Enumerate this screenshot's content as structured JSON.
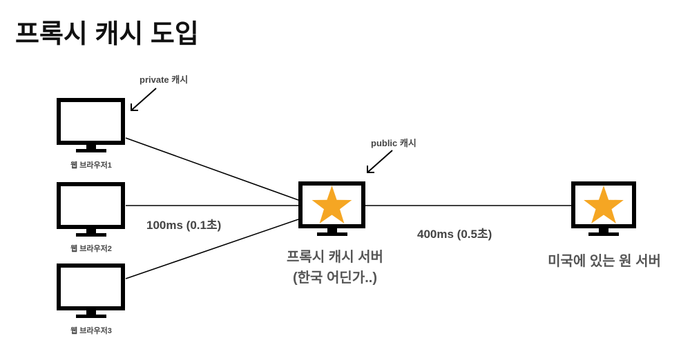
{
  "title": "프록시 캐시 도입",
  "labels": {
    "private_cache": "private 캐시",
    "public_cache": "public 캐시",
    "browser1": "웹 브라우저1",
    "browser2": "웹 브라우저2",
    "browser3": "웹 브라우저3",
    "latency_browser_proxy": "100ms (0.1초)",
    "latency_proxy_origin": "400ms (0.5초)",
    "proxy_server_line1": "프록시 캐시 서버",
    "proxy_server_line2": "(한국 어딘가..)",
    "origin_server": "미국에 있는 원 서버"
  },
  "colors": {
    "monitor": "#000000",
    "star": "#F5A623",
    "text": "#444444"
  }
}
